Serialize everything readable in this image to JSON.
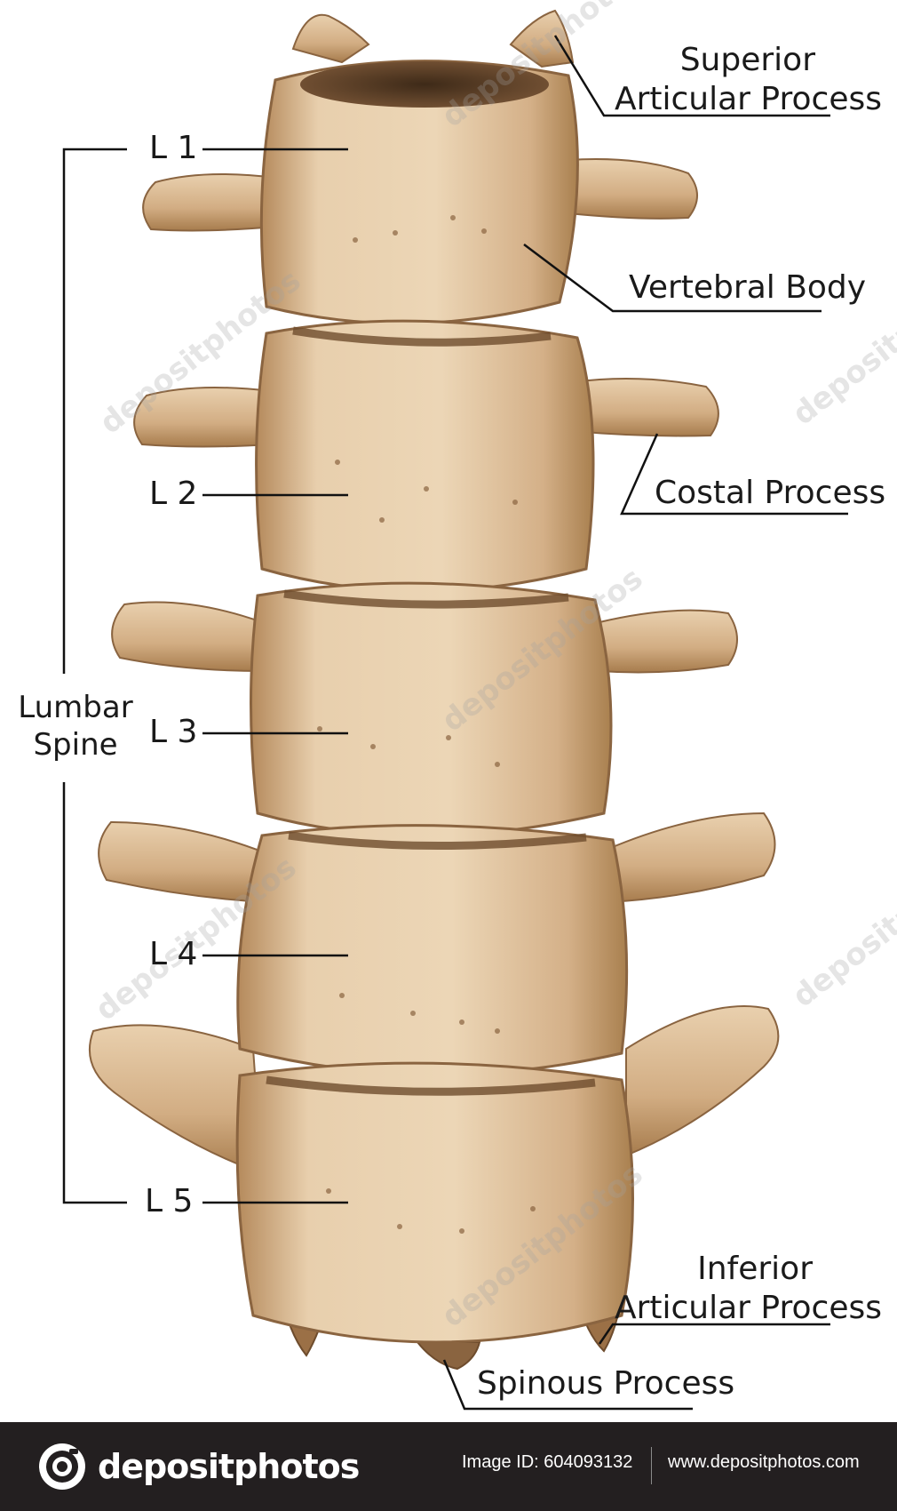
{
  "labels": {
    "superior_line1": "Superior",
    "superior_line2": "Articular Process",
    "vertebral_body": "Vertebral Body",
    "costal_process": "Costal Process",
    "inferior_line1": "Inferior",
    "inferior_line2": "Articular Process",
    "spinous_process": "Spinous Process",
    "lumbar_line1": "Lumbar",
    "lumbar_line2": "Spine"
  },
  "vertebrae": [
    "L 1",
    "L 2",
    "L 3",
    "L 4",
    "L 5"
  ],
  "watermark": "depositphotos",
  "footer": {
    "brand": "depositphotos",
    "image_id": "Image ID: 604093132",
    "url": "www.depositphotos.com"
  },
  "colors": {
    "bone": "#e6c9a4",
    "bone_shadow": "#b98f62",
    "bone_dark": "#7a5637",
    "footer_bg": "#231f20"
  }
}
